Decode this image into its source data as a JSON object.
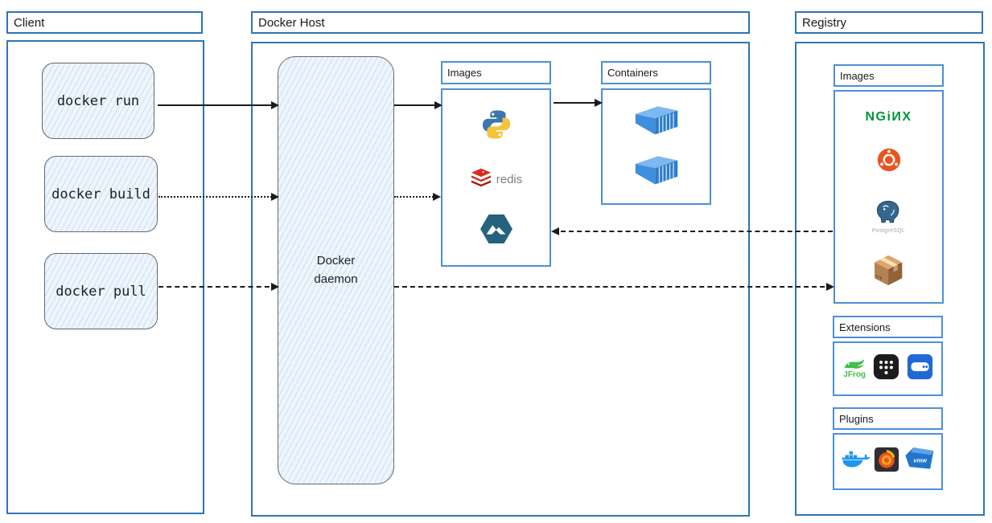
{
  "client": {
    "title": "Client",
    "commands": [
      {
        "label": "docker run"
      },
      {
        "label": "docker build"
      },
      {
        "label": "docker pull"
      }
    ]
  },
  "docker_host": {
    "title": "Docker Host",
    "daemon_label": "Docker daemon",
    "images": {
      "title": "Images",
      "items": [
        {
          "icon": "python-icon"
        },
        {
          "icon": "redis-icon",
          "label": "redis"
        },
        {
          "icon": "alpine-icon"
        }
      ]
    },
    "containers": {
      "title": "Containers",
      "count": 2
    }
  },
  "registry": {
    "title": "Registry",
    "images": {
      "title": "Images",
      "items": [
        {
          "icon": "nginx-icon",
          "label": "NGiИX"
        },
        {
          "icon": "ubuntu-icon"
        },
        {
          "icon": "postgresql-icon",
          "label": "PostgreSQL"
        },
        {
          "icon": "package-icon"
        }
      ]
    },
    "extensions": {
      "title": "Extensions",
      "items": [
        {
          "icon": "jfrog-icon",
          "label": "JFrog"
        },
        {
          "icon": "app-grid-icon"
        },
        {
          "icon": "drive-icon"
        }
      ]
    },
    "plugins": {
      "title": "Plugins",
      "items": [
        {
          "icon": "docker-whale-icon"
        },
        {
          "icon": "grafana-icon"
        },
        {
          "icon": "vmware-icon",
          "label": "vmw"
        }
      ]
    }
  },
  "colors": {
    "panel_border": "#2e75b6",
    "inner_border": "#4a90d9",
    "sketch_fill": "#eef5fc",
    "arrow": "#1b1b1b",
    "nginx_green": "#009639",
    "ubuntu_orange": "#e95420",
    "redis_red": "#d82c20",
    "postgres_blue": "#336791",
    "alpine_teal": "#2a657f",
    "container_blue": "#3f8fdf"
  }
}
